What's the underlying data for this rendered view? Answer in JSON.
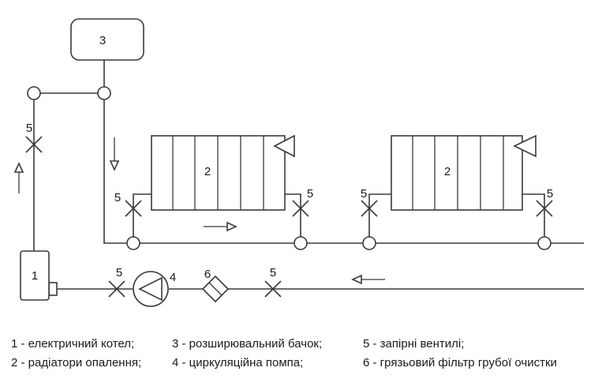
{
  "labels": {
    "boiler": "1",
    "radiator": "2",
    "tank": "3",
    "pump": "4",
    "valve": "5",
    "filter": "6"
  },
  "legend": {
    "row1": [
      "1 - електричний котел;",
      "3 - розширювальний бачок;",
      "5 - запірні вентилі;"
    ],
    "row2": [
      "2 - радіатори опалення;",
      "4 - циркуляційна помпа;",
      "6 - грязьовий фільтр грубої очистки"
    ]
  }
}
